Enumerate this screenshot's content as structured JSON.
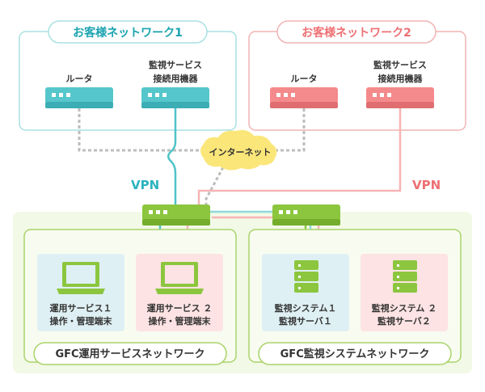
{
  "customer_network_1": {
    "title": "お客様ネットワーク1",
    "router_label": "ルータ",
    "monitor_device_label_line1": "監視サービス",
    "monitor_device_label_line2": "接続用機器"
  },
  "customer_network_2": {
    "title": "お客様ネットワーク2",
    "router_label": "ルータ",
    "monitor_device_label_line1": "監視サービス",
    "monitor_device_label_line2": "接続用機器"
  },
  "internet_label": "インターネット",
  "vpn_left_label": "VPN",
  "vpn_right_label": "VPN",
  "gfc_ops_network": {
    "title": "GFC運用サービスネットワーク",
    "terminal1_line1": "運用サービス１",
    "terminal1_line2": "操作・管理端末",
    "terminal2_line1": "運用サービス ２",
    "terminal2_line2": "操作・管理端末"
  },
  "gfc_monitor_network": {
    "title": "GFC監視システムネットワーク",
    "system1_line1": "監視システム１",
    "system1_line2": "監視サーバ１",
    "system2_line1": "監視システム ２",
    "system2_line2": "監視サーバ２"
  },
  "colors": {
    "teal": "#3cc6c8",
    "teal_text": "#1aa3b0",
    "pink": "#f47e80",
    "pink_border": "#f2a9aa",
    "green": "#8cc63f",
    "green_light": "#eef7dc",
    "blue_panel": "#dff0f4",
    "pink_panel": "#fde3e3",
    "internet_cloud": "#fbe67a",
    "gray_dotted": "#bdbdbd",
    "dark_text": "#333333"
  }
}
